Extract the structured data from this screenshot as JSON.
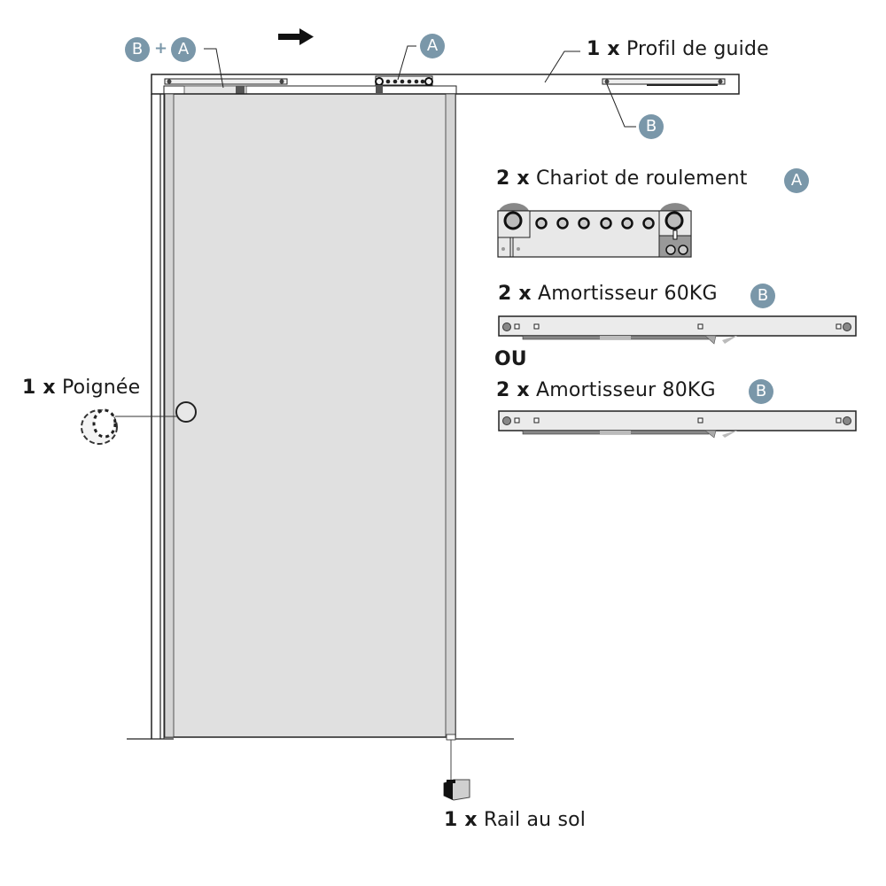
{
  "diagram": {
    "direction_arrow": "right-arrow",
    "badge_color": "#7a97a9",
    "door_fill": "#e0e0e0",
    "callouts": {
      "top_left": {
        "badge1": "B",
        "plus": "+",
        "badge2": "A"
      },
      "top_middle": {
        "badge": "A"
      },
      "rail_damper": {
        "badge": "B"
      }
    },
    "parts": [
      {
        "qty": "1 x",
        "name": "Profil de guide",
        "badge": ""
      },
      {
        "qty": "2 x",
        "name": "Chariot de roulement",
        "badge": "A"
      },
      {
        "qty": "2 x",
        "name": "Amortisseur 60KG",
        "badge": "B"
      },
      {
        "qty": "2 x",
        "name": "Amortisseur 80KG",
        "badge": "B"
      },
      {
        "qty": "1 x",
        "name": "Poignée",
        "badge": ""
      },
      {
        "qty": "1 x",
        "name": "Rail au sol",
        "badge": ""
      }
    ],
    "separator": "OU"
  }
}
